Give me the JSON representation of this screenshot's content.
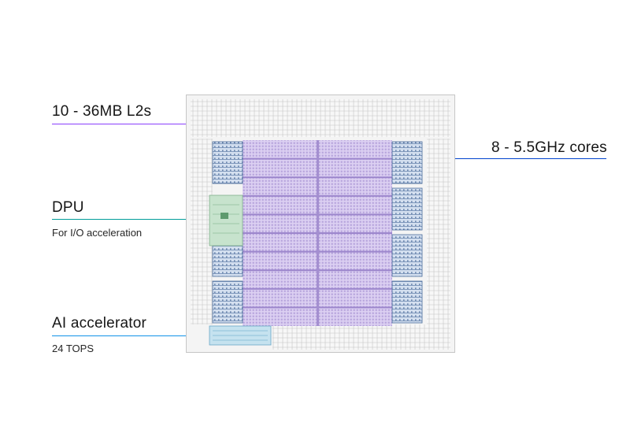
{
  "callouts": {
    "l2": {
      "label": "10 - 36MB L2s",
      "color": "#8a3ffc"
    },
    "cores": {
      "label": "8 - 5.5GHz cores",
      "color": "#0043ce"
    },
    "dpu": {
      "label": "DPU",
      "sublabel": "For I/O acceleration",
      "color": "#009d9a"
    },
    "ai": {
      "label": "AI accelerator",
      "sublabel": "24 TOPS",
      "color": "#1192e8"
    }
  },
  "die": {
    "core_count": 8,
    "l2_count": 10,
    "colors": {
      "core": "#c9d7ec",
      "l2": "#d9cdf0",
      "dpu": "#cfe6d3",
      "ai": "#c9e3ee",
      "frame": "#f4f4f4"
    }
  }
}
